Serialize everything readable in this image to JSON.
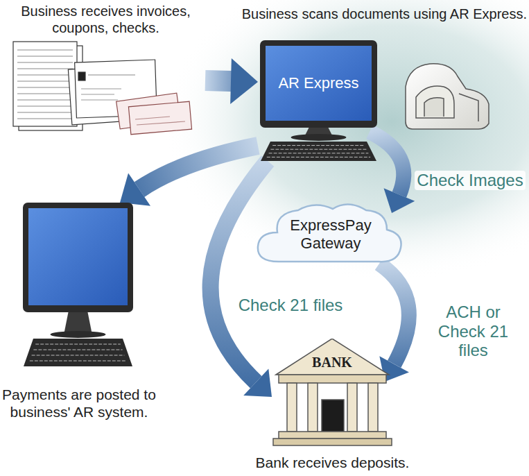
{
  "diagram": {
    "nodes": [
      {
        "text": [
          "Business receives invoices, coupons, checks."
        ]
      },
      {
        "text": [
          "AR Express"
        ]
      },
      {
        "text": [
          "ExpressPay Gateway"
        ]
      },
      {
        "text": [
          "Payments are posted to business' AR system."
        ]
      },
      {
        "text": [
          "BANK",
          "Bank receives deposits."
        ]
      }
    ],
    "edges": [
      {
        "from": 0,
        "to": 1,
        "arrow": "to"
      },
      {
        "from": 1,
        "to": 3,
        "arrow": "to"
      },
      {
        "from": 1,
        "to": 2,
        "label": "Check Images",
        "arrow": "to"
      },
      {
        "from": 2,
        "to": 4,
        "label": "ACH or Check 21 files",
        "arrow": "to"
      },
      {
        "from": 1,
        "to": 4,
        "label": "Check 21 files",
        "arrow": "to"
      }
    ],
    "labels": [
      "Business scans documents using AR Express."
    ]
  }
}
